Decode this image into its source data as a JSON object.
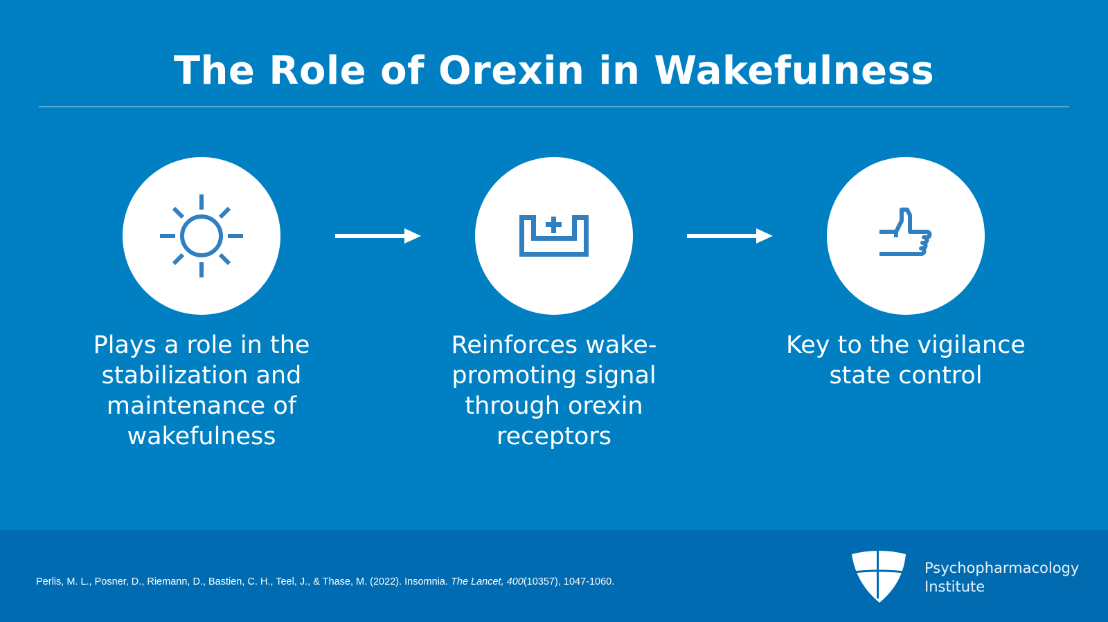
{
  "title": "The Role of Orexin in Wakefulness",
  "steps": [
    {
      "icon": "sun-icon",
      "caption": "Plays a role in the stabilization and maintenance of wakefulness"
    },
    {
      "icon": "receptor-plus-icon",
      "caption": "Reinforces wake-promoting signal through orexin receptors"
    },
    {
      "icon": "thumbs-up-icon",
      "caption": "Key to the vigilance state control"
    }
  ],
  "footer": {
    "citation_pre": "Perlis, M. L., Posner, D., Riemann, D., Bastien, C. H., Teel, J., & Thase, M. (2022). Insomnia. ",
    "citation_journal": "The Lancet, 400",
    "citation_post": "(10357), 1047-1060.",
    "brand_line1": "Psychopharmacology",
    "brand_line2": "Institute"
  },
  "colors": {
    "background": "#0080c2",
    "footer": "#006bb0",
    "icon": "#2f7fc1"
  }
}
